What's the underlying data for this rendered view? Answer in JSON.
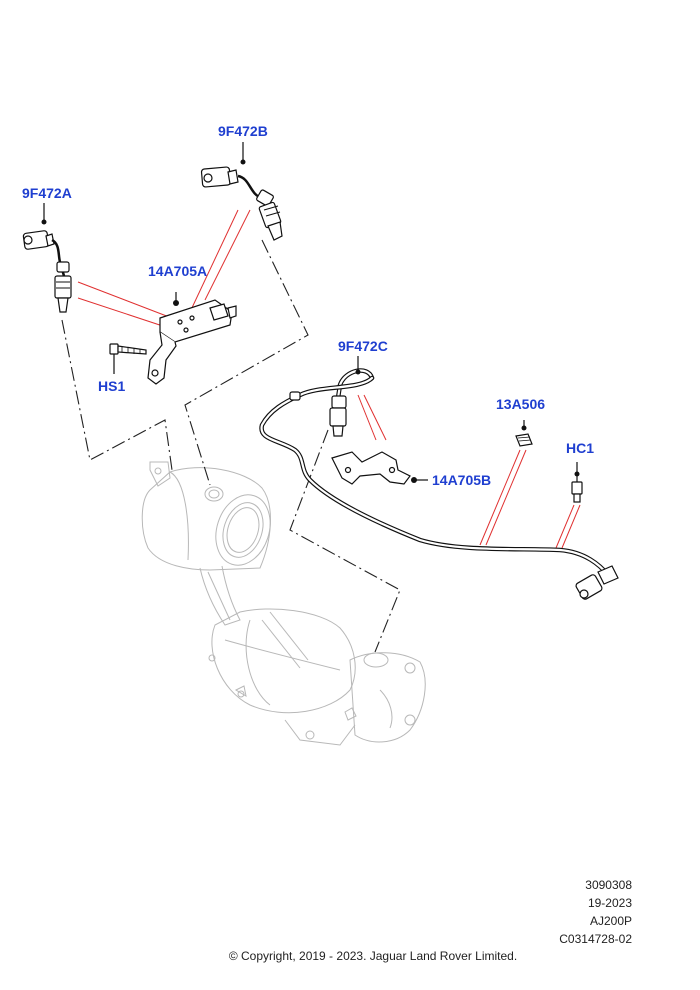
{
  "labels": {
    "sensor_a": "9F472A",
    "sensor_b": "9F472B",
    "sensor_c": "9F472C",
    "bracket_a": "14A705A",
    "bracket_b": "14A705B",
    "clip": "13A506",
    "bolt_hs1": "HS1",
    "bolt_hc1": "HC1"
  },
  "reference": {
    "line1": "3090308",
    "line2": "19-2023",
    "line3": "AJ200P",
    "line4": "C0314728-02"
  },
  "copyright": "© Copyright, 2019 - 2023. Jaguar Land Rover Limited.",
  "colors": {
    "label": "#1f3fd0",
    "leader": "#e03030",
    "ghost_part": "#b8b8b8"
  }
}
